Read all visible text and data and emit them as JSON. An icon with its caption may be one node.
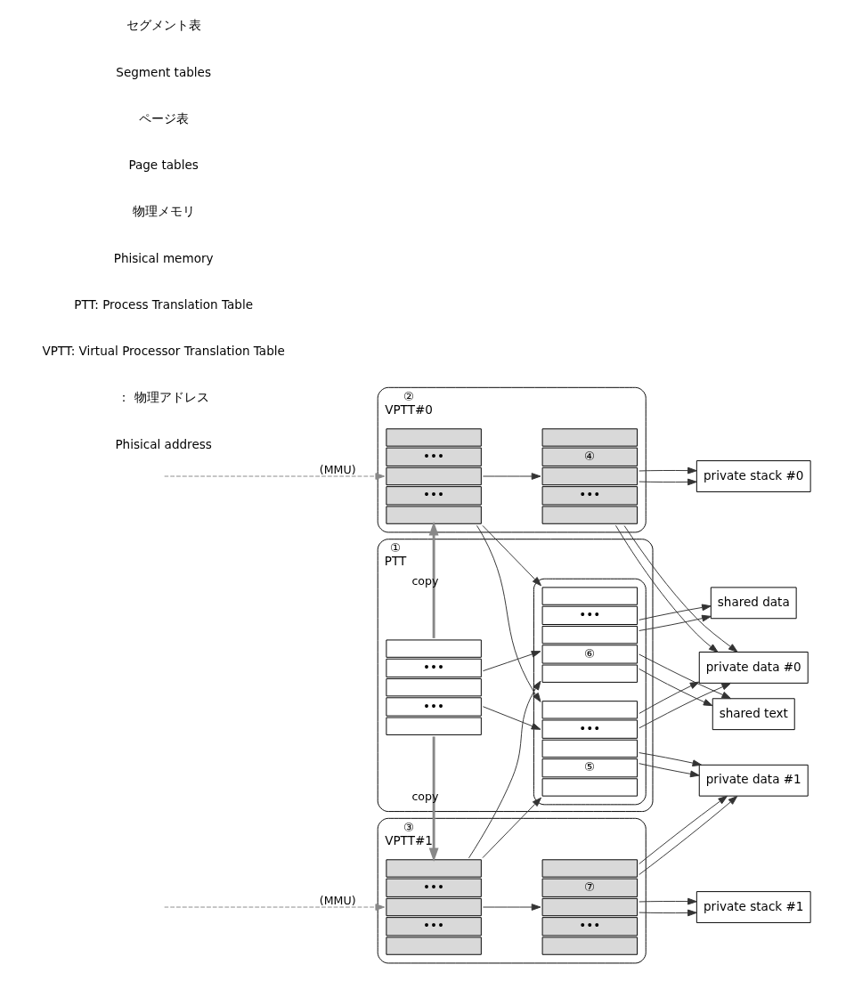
{
  "diagram": {
    "nodes": [
      {
        "text": [
          "②",
          "VPTT#0"
        ]
      },
      {
        "text": [
          "•••",
          "•••"
        ],
        "in": 0
      },
      {
        "text": [
          "④",
          "•••"
        ],
        "in": 0
      },
      {
        "text": [
          "①",
          "PTT"
        ]
      },
      {
        "text": [
          "•••",
          "•••"
        ],
        "in": 3
      },
      {
        "text": [],
        "shape": "box",
        "in": 3
      },
      {
        "text": [
          "•••",
          "⑤"
        ],
        "in": 5
      },
      {
        "text": [
          "•••",
          "⑥"
        ],
        "in": 5
      },
      {
        "text": [
          "③",
          "VPTT#1"
        ]
      },
      {
        "text": [
          "•••",
          "•••"
        ],
        "in": 8
      },
      {
        "text": [
          "⑦",
          "•••"
        ],
        "in": 8
      },
      {
        "text": [
          "private data #0"
        ]
      },
      {
        "text": [
          "private stack #0"
        ]
      },
      {
        "text": [
          "shared data"
        ]
      },
      {
        "text": [
          "shared text"
        ]
      },
      {
        "text": [
          "private data #1"
        ]
      },
      {
        "text": [
          "private stack #1"
        ]
      }
    ],
    "edges": [
      {
        "from": null,
        "to": 1,
        "arrow": "to",
        "label": "(MMU)",
        "style": "dashed",
        "color": "#888888"
      },
      {
        "from": null,
        "to": 9,
        "arrow": "to",
        "label": "(MMU)",
        "style": "dashed",
        "color": "#888888"
      },
      {
        "from": 4,
        "to": 1,
        "arrow": "to",
        "label": "copy",
        "style": "thick",
        "color": "#888888"
      },
      {
        "from": 4,
        "to": 9,
        "arrow": "to",
        "label": "copy",
        "style": "thick",
        "color": "#888888"
      },
      {
        "from": 1,
        "to": 2,
        "arrow": "to"
      },
      {
        "from": 1,
        "to": 6,
        "arrow": "to"
      },
      {
        "from": 1,
        "to": 7,
        "arrow": "to"
      },
      {
        "from": 4,
        "to": 6,
        "arrow": "to"
      },
      {
        "from": 4,
        "to": 7,
        "arrow": "to"
      },
      {
        "from": 9,
        "to": 6,
        "arrow": "to"
      },
      {
        "from": 9,
        "to": 7,
        "arrow": "to"
      },
      {
        "from": 9,
        "to": 10,
        "arrow": "to"
      },
      {
        "from": 2,
        "to": 11,
        "arrow": "to"
      },
      {
        "from": 2,
        "to": 11,
        "arrow": "to"
      },
      {
        "from": 2,
        "to": 12,
        "arrow": "to"
      },
      {
        "from": 2,
        "to": 12,
        "arrow": "to"
      },
      {
        "from": 6,
        "to": 11,
        "arrow": "to"
      },
      {
        "from": 6,
        "to": 11,
        "arrow": "to"
      },
      {
        "from": 6,
        "to": 15,
        "arrow": "to"
      },
      {
        "from": 6,
        "to": 15,
        "arrow": "to"
      },
      {
        "from": 7,
        "to": 13,
        "arrow": "to"
      },
      {
        "from": 7,
        "to": 13,
        "arrow": "to"
      },
      {
        "from": 7,
        "to": 14,
        "arrow": "to"
      },
      {
        "from": 7,
        "to": 14,
        "arrow": "to"
      },
      {
        "from": 10,
        "to": 15,
        "arrow": "to"
      },
      {
        "from": 10,
        "to": 15,
        "arrow": "to"
      },
      {
        "from": 10,
        "to": 16,
        "arrow": "to"
      },
      {
        "from": 10,
        "to": 16,
        "arrow": "to"
      }
    ],
    "labels": [
      "セグメント表",
      "Segment tables",
      "ページ表",
      "Page tables",
      "物理メモリ",
      "Phisical memory",
      "PTT: Process Translation Table",
      "VPTT: Virtual Processor Translation Table"
    ],
    "legend": [
      {
        "text": "： 物理アドレス"
      },
      {
        "text": "Phisical address"
      }
    ]
  }
}
